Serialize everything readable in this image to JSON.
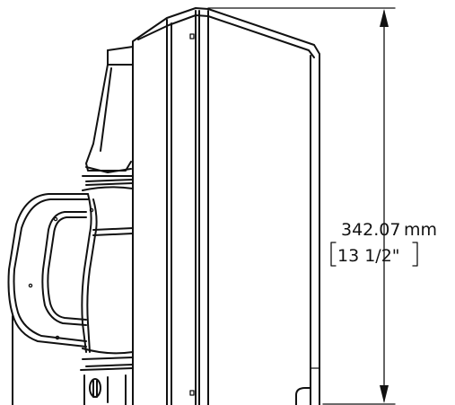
{
  "dimension": {
    "metric_value": "342.07",
    "metric_unit": "mm",
    "imperial_value": "13 1/2\""
  },
  "colors": {
    "line": "#111111",
    "background": "#ffffff"
  }
}
